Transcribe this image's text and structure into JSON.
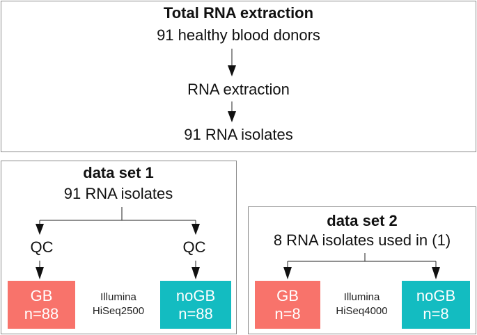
{
  "top": {
    "title": "Total RNA extraction",
    "line1": "91 healthy blood donors",
    "step": "RNA extraction",
    "result": "91 RNA isolates"
  },
  "dataset1": {
    "title": "data set 1",
    "subtitle": "91 RNA isolates",
    "qc_left": "QC",
    "qc_right": "QC",
    "box_left": {
      "label": "GB",
      "count": "n=88"
    },
    "box_right": {
      "label": "noGB",
      "count": "n=88"
    },
    "platform_line1": "Illumina",
    "platform_line2": "HiSeq2500"
  },
  "dataset2": {
    "title": "data set 2",
    "subtitle": "8 RNA isolates used in (1)",
    "box_left": {
      "label": "GB",
      "count": "n=8"
    },
    "box_right": {
      "label": "noGB",
      "count": "n=8"
    },
    "platform_line1": "Illumina",
    "platform_line2": "HiSeq4000"
  },
  "colors": {
    "gb": "#f8736b",
    "nogb": "#13bcc1",
    "border": "#8a8a8a"
  }
}
